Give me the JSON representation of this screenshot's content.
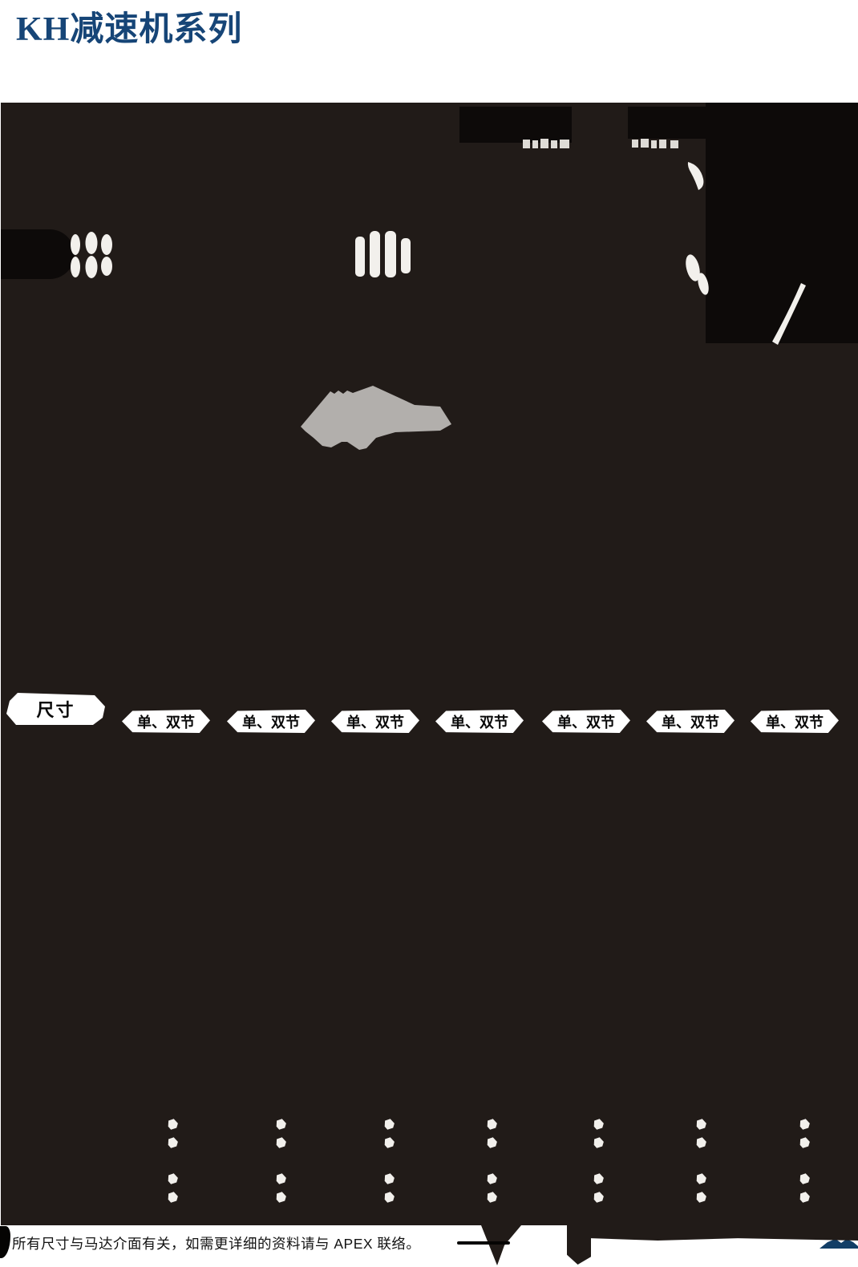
{
  "page": {
    "title": "KH减速机系列"
  },
  "figure": {
    "size_tag_label": "尺寸",
    "stage_badges": [
      {
        "label": "单、双节"
      },
      {
        "label": "单、双节"
      },
      {
        "label": "单、双节"
      },
      {
        "label": "单、双节"
      },
      {
        "label": "单、双节"
      },
      {
        "label": "单、双节"
      },
      {
        "label": "单、双节"
      }
    ],
    "markers": {
      "cols_x": [
        209,
        344,
        479,
        607,
        740,
        868,
        997
      ],
      "rows_y": [
        1395,
        1418,
        1463,
        1486
      ]
    },
    "colors": {
      "title_blue": "#164577",
      "figure_background": "#211b18",
      "shape_black": "#050403",
      "gray_blob": "#b2afac",
      "badge_white": "#ffffff",
      "fragment_white": "#f2f0ec",
      "footer_crest_blue": "#123e66"
    }
  },
  "footer": {
    "disclaimer": "所有尺寸与马达介面有关，如需更详细的资料请与 APEX 联络。"
  }
}
